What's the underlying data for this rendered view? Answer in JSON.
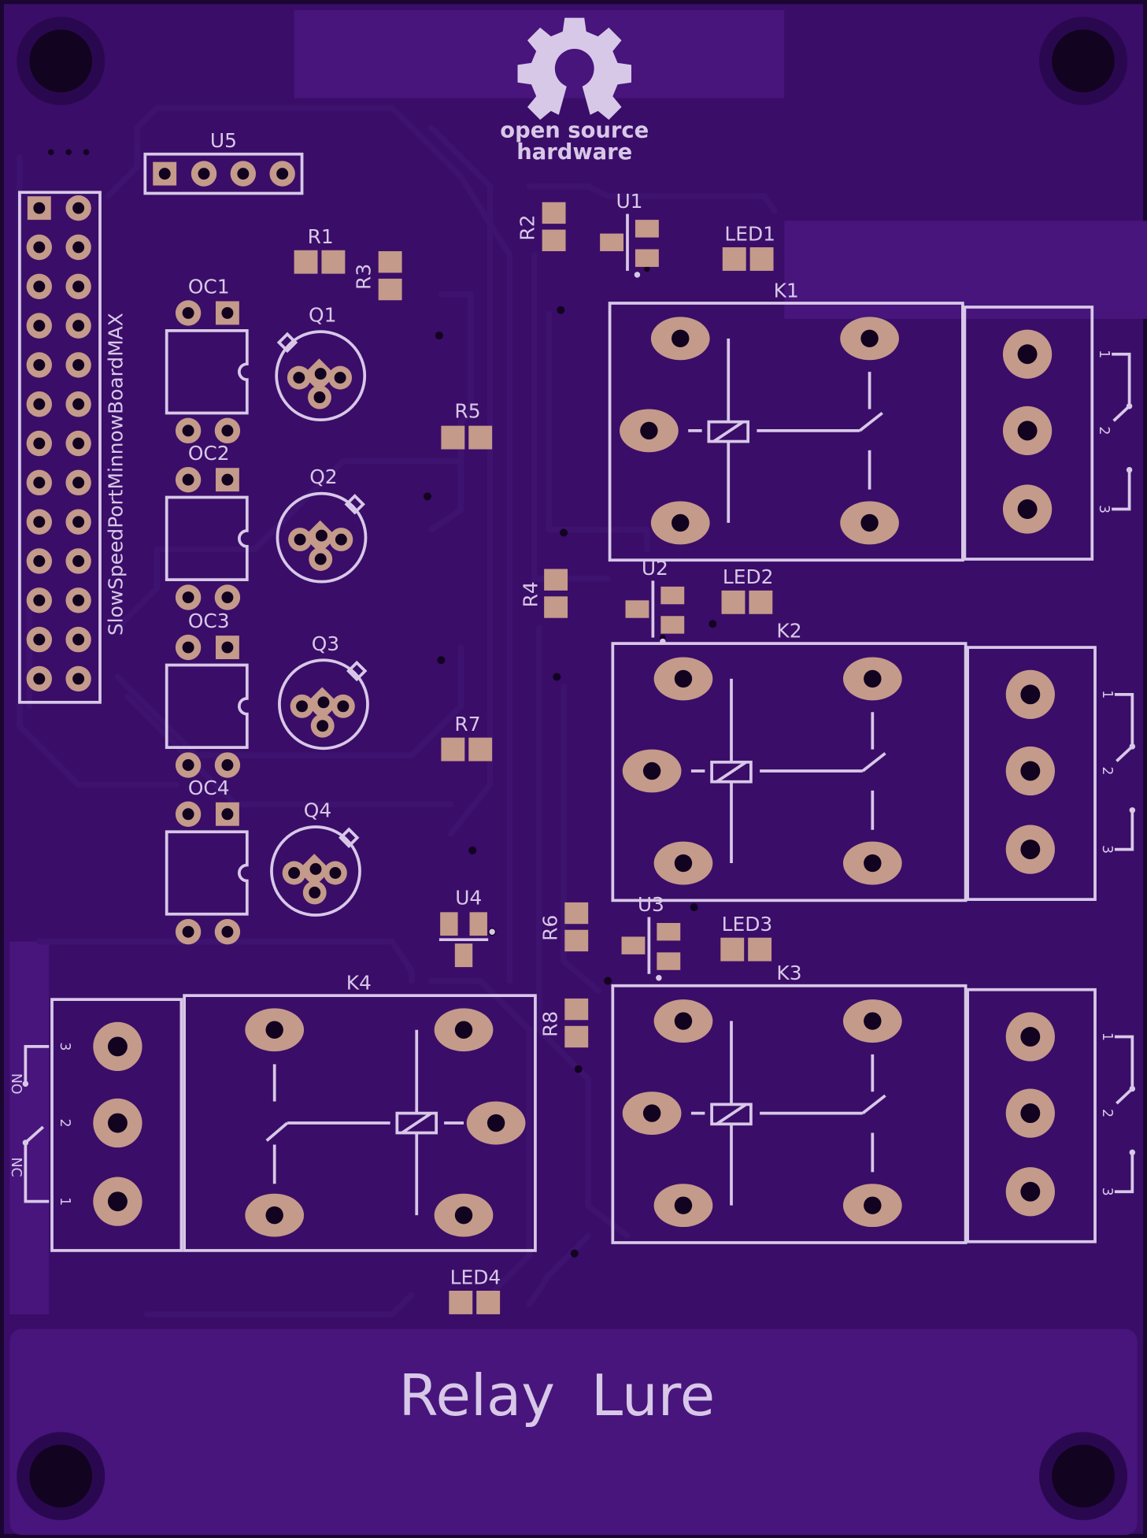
{
  "board": {
    "title": "Relay  Lure",
    "header_label": "SlowSpeedPortMinnowBoardMAX",
    "logo_text_1": "open source",
    "logo_text_2": "hardware",
    "colors": {
      "board": "#3a0d68",
      "pour": "#47157c",
      "silkscreen": "#d8c8e8",
      "pad": "#c49a8a",
      "hole": "#120320",
      "trace": "#3e1370"
    }
  },
  "labels": {
    "u5": "U5",
    "r1": "R1",
    "r2": "R2",
    "r3": "R3",
    "r4": "R4",
    "r5": "R5",
    "r6": "R6",
    "r7": "R7",
    "r8": "R8",
    "u1": "U1",
    "u2": "U2",
    "u3": "U3",
    "u4": "U4",
    "led1": "LED1",
    "led2": "LED2",
    "led3": "LED3",
    "led4": "LED4",
    "oc1": "OC1",
    "oc2": "OC2",
    "oc3": "OC3",
    "oc4": "OC4",
    "q1": "Q1",
    "q2": "Q2",
    "q3": "Q3",
    "q4": "Q4",
    "k1": "K1",
    "k2": "K2",
    "k3": "K3",
    "k4": "K4"
  },
  "terminal_labels": {
    "pin1": "1",
    "pin2": "2",
    "pin3": "3",
    "nc": "NC",
    "no": "NO"
  }
}
